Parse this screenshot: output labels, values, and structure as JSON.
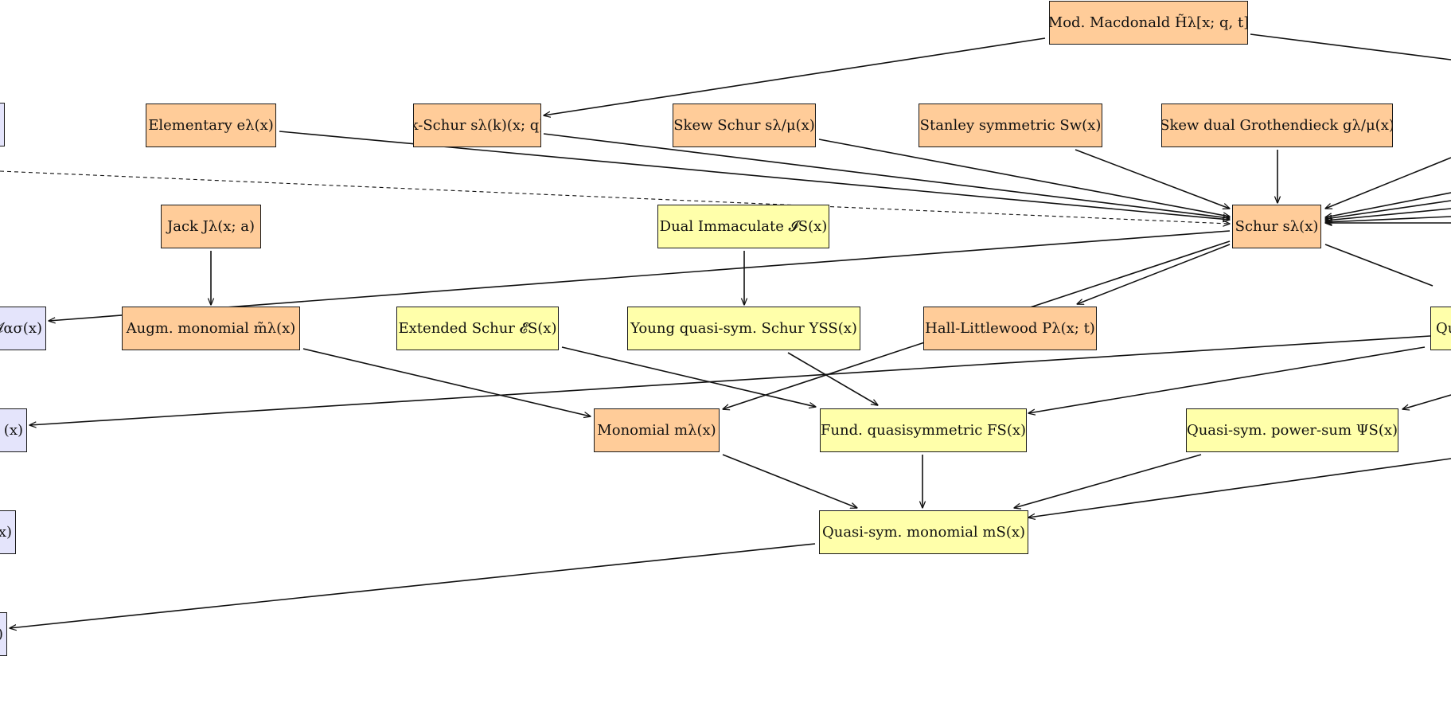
{
  "colors": {
    "symmetric": "#ffcc99",
    "quasisymmetric": "#ffffaa",
    "nonsymmetric": "#e4e4fb",
    "edge": "#111111"
  },
  "nodes": {
    "macdonald": {
      "label": "Mod. Macdonald H̃λ[x; q, t]"
    },
    "elementary": {
      "label": "Elementary eλ(x)"
    },
    "kschur": {
      "label": "k-Schur sλ(k)(x; q)"
    },
    "skewschur": {
      "label": "Skew Schur sλ/μ(x)"
    },
    "stanley": {
      "label": "Stanley symmetric Sw(x)"
    },
    "skewdualgroth": {
      "label": "Skew dual Grothendieck gλ/μ(x)"
    },
    "jack": {
      "label": "Jack Jλ(x; a)"
    },
    "dualimmaculate": {
      "label": "Dual Immaculate 𝓘S(x)"
    },
    "schur": {
      "label": "Schur sλ(x)"
    },
    "augmonomial": {
      "label": "Augm. monomial m̃λ(x)"
    },
    "extschur": {
      "label": "Extended Schur 𝓔S(x)"
    },
    "youngqsym": {
      "label": "Young quasi-sym. Schur YSS(x)"
    },
    "halllittlewood": {
      "label": "Hall-Littlewood Pλ(x; t)"
    },
    "quright": {
      "label": "Qu"
    },
    "monomial": {
      "label": "Monomial mλ(x)"
    },
    "fundqsym": {
      "label": "Fund. quasisymmetric FS(x)"
    },
    "qsympowersum": {
      "label": "Quasi-sym. power-sum ΨS(x)"
    },
    "qsymmonomial": {
      "label": "Quasi-sym. monomial mS(x)"
    },
    "leftclip1": {
      "label": ""
    },
    "leftclip2": {
      "label": "𝓐ασ(x)"
    },
    "leftclip3": {
      "label": "(x)"
    },
    "leftclip4": {
      "label": "x)"
    },
    "leftclip5": {
      "label": ")"
    }
  }
}
